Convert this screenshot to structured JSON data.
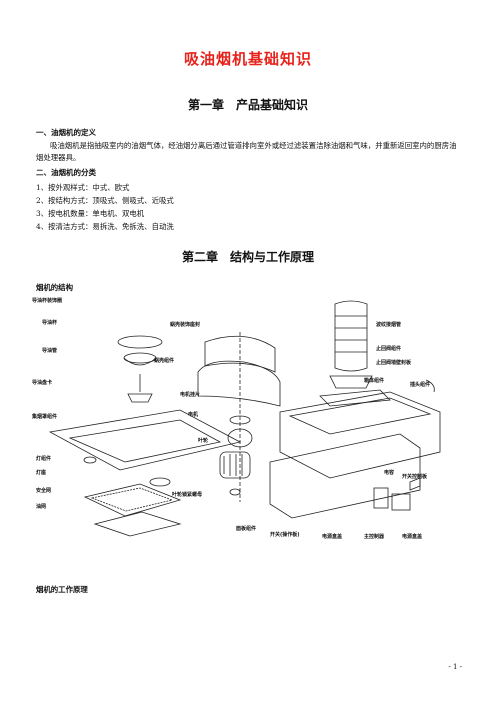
{
  "doc_title": "吸油烟机基础知识",
  "chapter1": {
    "title": "第一章　产品基础知识",
    "sec1": {
      "heading": "一、油烟机的定义",
      "body": "吸油烟机是指抽吸室内的油烟气体，经油烟分离后通过管道排向室外或经过滤装置洁除油烟和气味，并重新返回室内的厨房油烟处理器具。"
    },
    "sec2": {
      "heading": "二、油烟机的分类",
      "items": [
        "1、按外观样式：中式、欧式",
        "2、按结构方式：顶吸式、侧吸式、近吸式",
        "3、按电机数量：单电机、双电机",
        "4、按清洁方式：易拆洗、免拆洗、自动洗"
      ]
    }
  },
  "chapter2": {
    "title": "第二章　结构与工作原理",
    "structure_heading": "烟机的结构",
    "principle_heading": "烟机的工作原理"
  },
  "diagram_labels": {
    "l1": "导油杯装饰圈",
    "l2": "导油杯",
    "l3": "导油管",
    "l4": "导油盘卡",
    "l5": "集烟罩组件",
    "l6": "灯组件",
    "l7": "灯座",
    "l8": "安全网",
    "l9": "油网",
    "m1": "蜗壳装饰座封",
    "m2": "蜗壳组件",
    "m3": "电机挂片",
    "m4": "电机",
    "m5": "叶轮",
    "m6": "叶轮锁紧螺母",
    "r1": "波纹接烟管",
    "r2": "止回阀组件",
    "r3": "止回阀墙壁封板",
    "r4": "箱体组件",
    "r5": "插头组件",
    "r6": "电容",
    "r7": "开关控制板",
    "r8": "面板组件",
    "r9": "开关(操作板)",
    "r10": "电源盒盖",
    "r11": "主控制器",
    "r12": "电源盒盖"
  },
  "page_number": "- 1 -"
}
